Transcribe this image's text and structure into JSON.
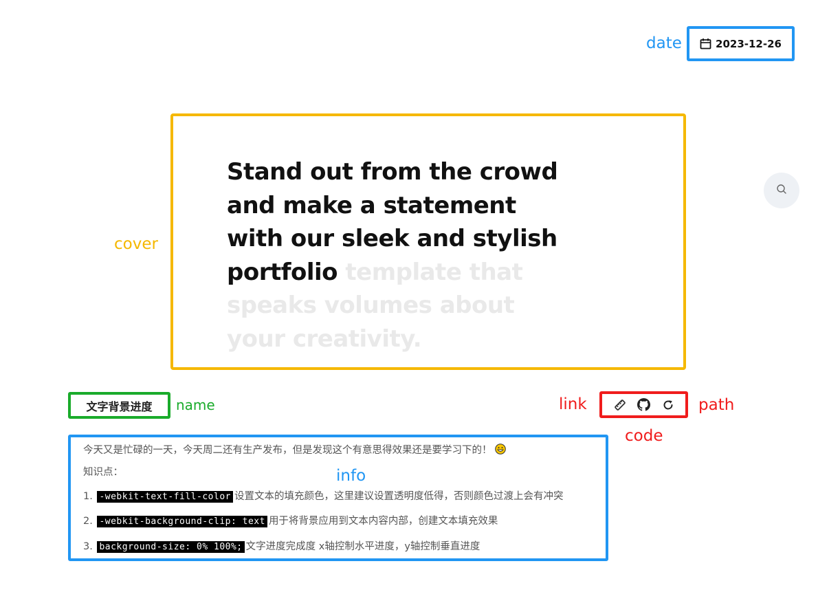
{
  "annotations": {
    "date": "date",
    "cover": "cover",
    "name": "name",
    "link": "link",
    "path": "path",
    "code": "code",
    "info": "info"
  },
  "card": {
    "date": "2023-12-26",
    "date_icon": "calendar-icon",
    "cover": {
      "highlighted_text": "Stand out from the crowd and make a statement with our sleek and stylish portfolio",
      "faded_text": "template that speaks volumes about your creativity.",
      "lines": [
        {
          "strong": "Stand out from the crowd",
          "faded": ""
        },
        {
          "strong": "and make a statement",
          "faded": ""
        },
        {
          "strong": "with our sleek and stylish",
          "faded": ""
        },
        {
          "strong": "portfolio",
          "faded": " template that"
        },
        {
          "strong": "",
          "faded": "speaks volumes about"
        },
        {
          "strong": "",
          "faded": "your creativity."
        }
      ]
    },
    "name": "文字背景进度",
    "links": [
      {
        "icon": "ruler-icon"
      },
      {
        "icon": "github-icon"
      },
      {
        "icon": "refresh-icon"
      }
    ],
    "info": {
      "intro": "今天又是忙碌的一天，今天周二还有生产发布，但是发现这个有意思得效果还是要学习下的！",
      "intro_emoji": "grinning-face-emoji",
      "knowledge_label": "知识点：",
      "points": [
        {
          "num": "1.",
          "code": "-webkit-text-fill-color",
          "text": "设置文本的填充颜色，这里建议设置透明度低得，否则颜色过渡上会有冲突"
        },
        {
          "num": "2.",
          "code": "-webkit-background-clip: text",
          "text": "用于将背景应用到文本内容内部，创建文本填充效果"
        },
        {
          "num": "3.",
          "code": "background-size: 0% 100%;",
          "text": "文字进度完成度 x轴控制水平进度，y轴控制垂直进度"
        }
      ]
    }
  },
  "search_icon": "search-icon",
  "colors": {
    "annotation_blue": "#2196f3",
    "annotation_yellow": "#f5b800",
    "annotation_green": "#1aab2b",
    "annotation_red": "#f01c1c",
    "cover_faded_text": "#e9e9e9"
  }
}
